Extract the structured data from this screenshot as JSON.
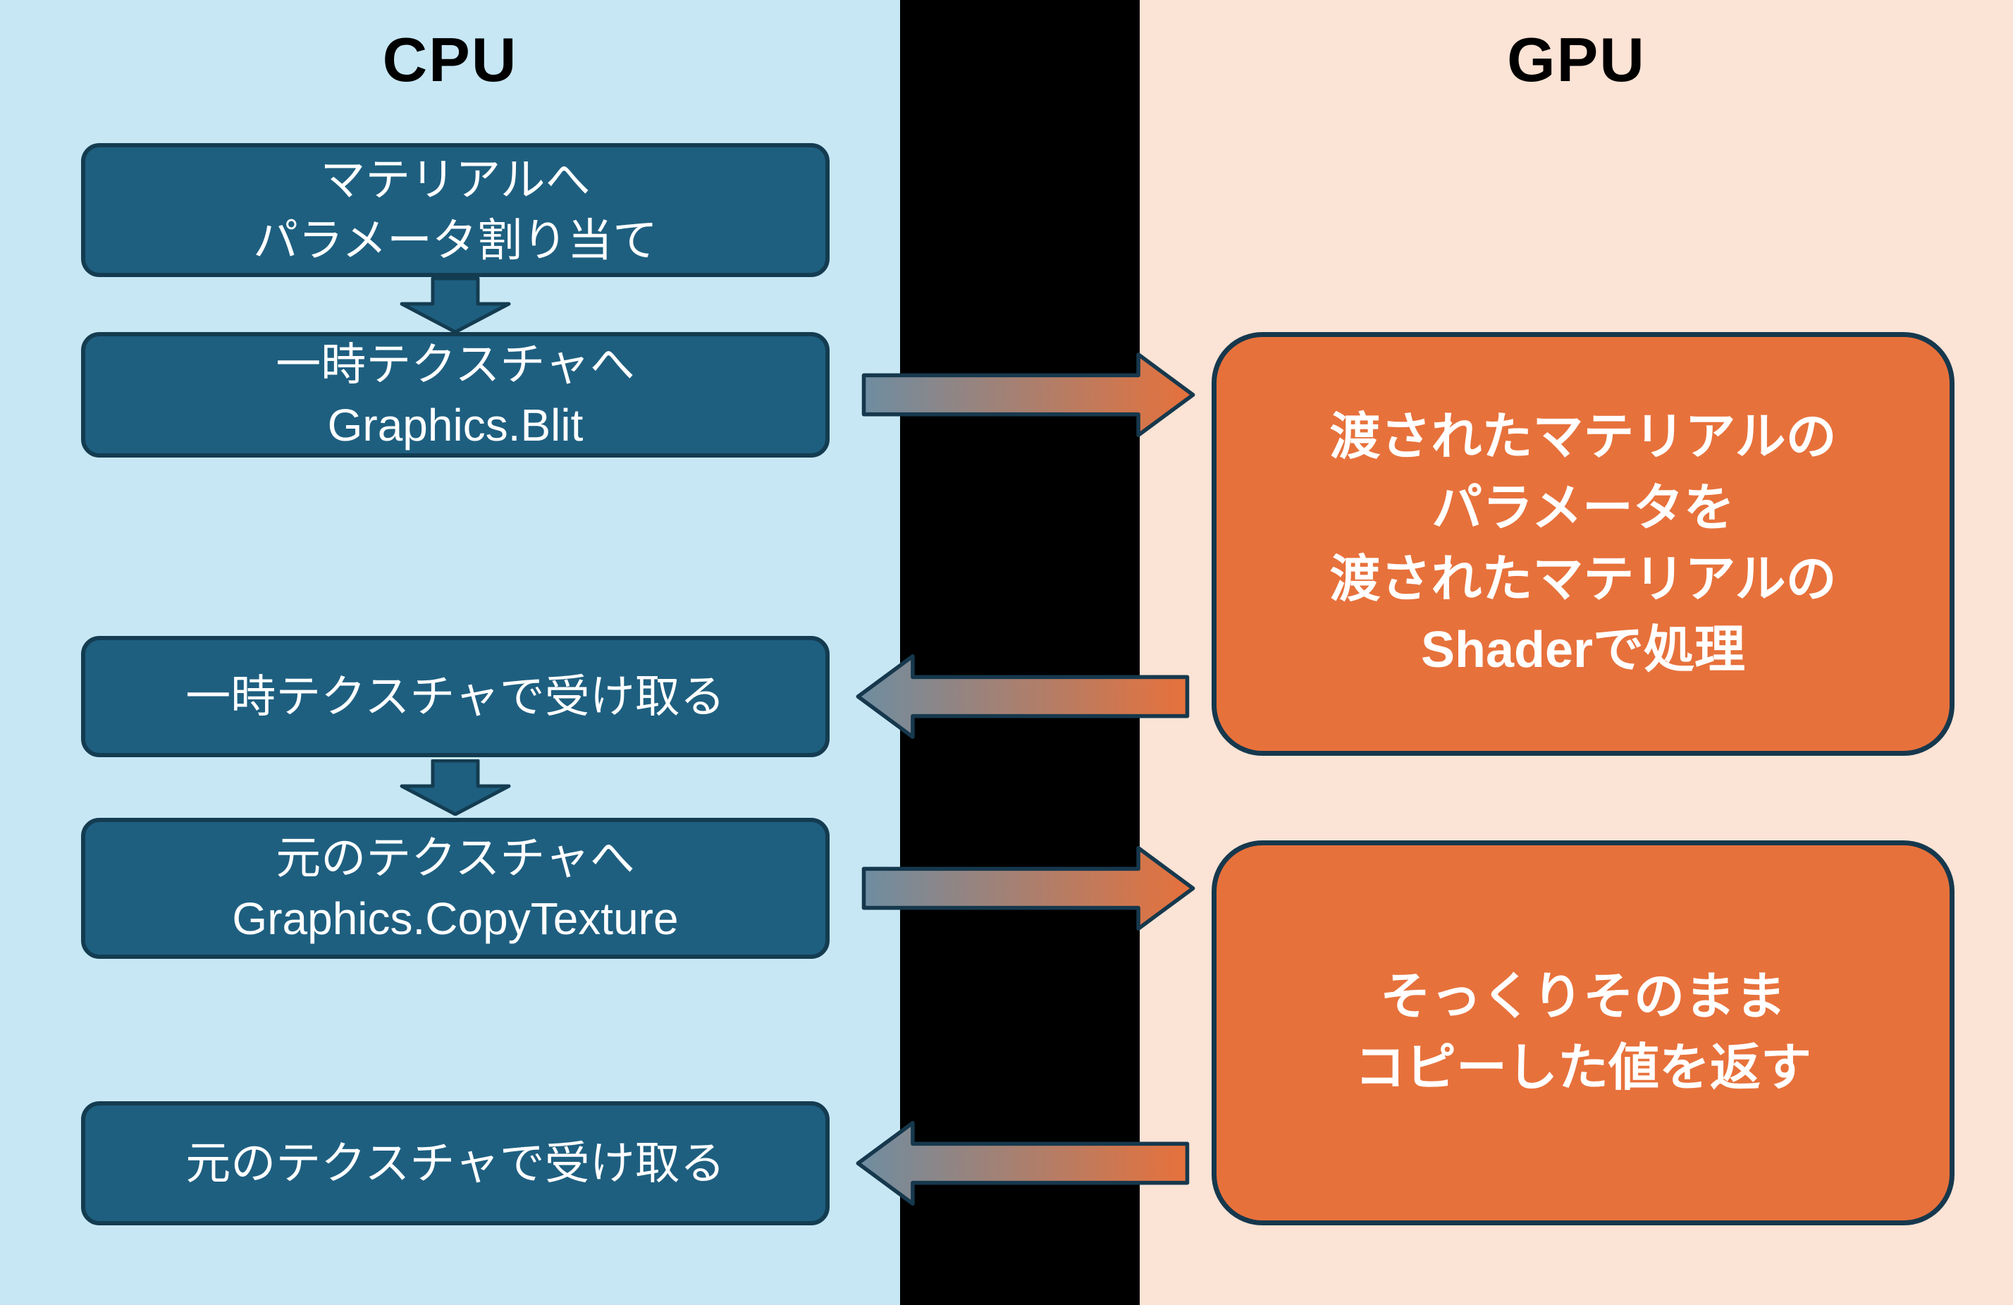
{
  "diagram": {
    "cpu": {
      "title": "CPU",
      "boxes": [
        {
          "lines": [
            "マテリアルへ",
            "パラメータ割り当て"
          ]
        },
        {
          "lines": [
            "一時テクスチャへ",
            "Graphics.Blit"
          ]
        },
        {
          "lines": [
            "一時テクスチャで受け取る"
          ]
        },
        {
          "lines": [
            "元のテクスチャへ",
            "Graphics.CopyTexture"
          ]
        },
        {
          "lines": [
            "元のテクスチャで受け取る"
          ]
        }
      ]
    },
    "gpu": {
      "title": "GPU",
      "boxes": [
        {
          "lines": [
            "渡されたマテリアルの",
            "パラメータを",
            "渡されたマテリアルの",
            "Shaderで処理"
          ]
        },
        {
          "lines": [
            "そっくりそのまま",
            "コピーした値を返す"
          ]
        }
      ]
    },
    "colors": {
      "cpu_panel_bg": "#c7e7f4",
      "gpu_panel_bg": "#fbe3d5",
      "divider": "#000000",
      "cpu_box_fill": "#1e5f80",
      "cpu_box_border": "#143c51",
      "gpu_box_fill": "#e7713b",
      "gpu_box_border": "#16384d",
      "arrow_gradient_start": "#6e8da1",
      "arrow_gradient_end": "#e7713b"
    }
  }
}
